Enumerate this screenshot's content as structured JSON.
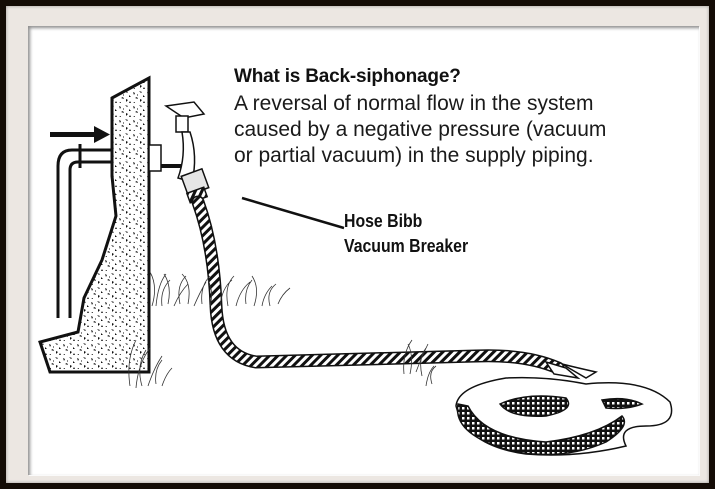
{
  "diagram": {
    "title": "What is Back-siphonage?",
    "description_lines": [
      "A reversal of normal flow in the system",
      "caused by a negative pressure (vacuum",
      "or partial vacuum) in the supply piping."
    ],
    "callout": {
      "label_lines": [
        "Hose Bibb",
        "Vacuum Breaker"
      ],
      "points_to": "hose-bibb-vacuum-breaker"
    },
    "elements": [
      "wall-section",
      "supply-pipe",
      "flow-arrow",
      "hose-bibb-faucet",
      "vacuum-breaker",
      "garden-hose",
      "grass",
      "puddle"
    ]
  },
  "colors": {
    "outer_frame": "#140c06",
    "mat": "#ece7e2",
    "canvas": "#ffffff",
    "ink": "#111111"
  }
}
